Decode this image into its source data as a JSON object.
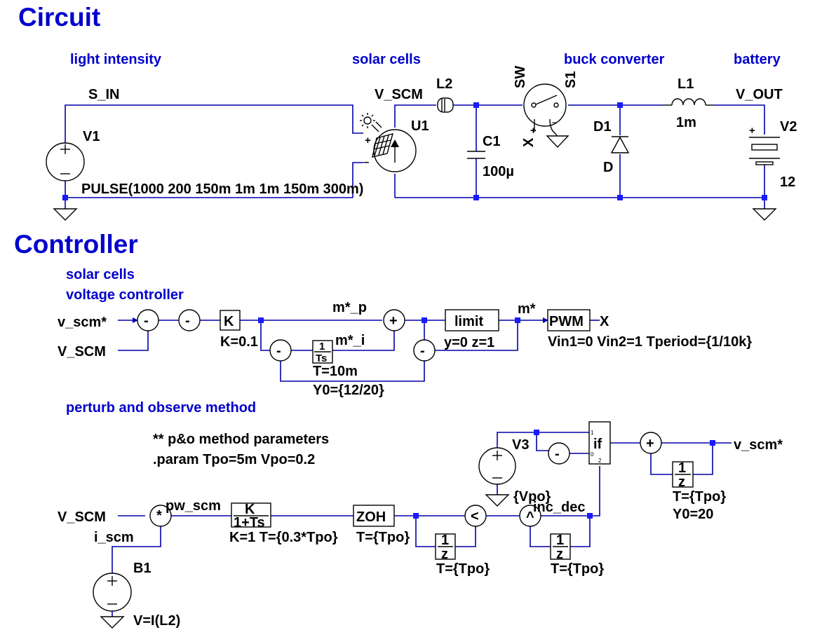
{
  "headings": {
    "circuit": "Circuit",
    "controller": "Controller"
  },
  "section_labels": {
    "light_intensity": "light intensity",
    "solar_cells": "solar cells",
    "buck_converter": "buck converter",
    "battery": "battery",
    "sc_controller_line1": "solar cells",
    "sc_controller_line2": "voltage controller",
    "po_method": "perturb and observe method"
  },
  "circuit": {
    "net_s_in": "S_IN",
    "net_v_scm": "V_SCM",
    "net_v_out": "V_OUT",
    "v1_name": "V1",
    "v1_value": "PULSE(1000 200 150m 1m 1m 150m 300m)",
    "u1_name": "U1",
    "l2_name": "L2",
    "c1_name": "C1",
    "c1_value": "100µ",
    "sw_label": "SW",
    "s1_name": "S1",
    "x_label": "X",
    "d1_name": "D1",
    "d1_value": "D",
    "l1_name": "L1",
    "l1_value": "1m",
    "v2_name": "V2",
    "v2_value": "12"
  },
  "controller": {
    "in_v_scm_ref": "v_scm*",
    "in_v_scm": "V_SCM",
    "minus": "-",
    "plus": "+",
    "k_block": "K",
    "k_param": "K=0.1",
    "m_p": "m*_p",
    "m_i": "m*_i",
    "int_num": "1",
    "int_den": "Ts",
    "int_t": "T=10m",
    "int_y0": "Y0={12/20}",
    "limit_block": "limit",
    "limit_param": "y=0 z=1",
    "m_star": "m*",
    "pwm_block": "PWM",
    "pwm_out": "X",
    "pwm_param": "Vin1=0 Vin2=1 Tperiod={1/10k}"
  },
  "po": {
    "param_line1": "** p&o method parameters",
    "param_line2": ".param Tpo=5m Vpo=0.2",
    "in_v_scm": "V_SCM",
    "in_i_scm": "i_scm",
    "mult": "*",
    "pw_scm": "pw_scm",
    "lp_num": "K",
    "lp_den": "1+Ts",
    "lp_param": "K=1 T={0.3*Tpo}",
    "zoh_block": "ZOH",
    "zoh_param": "T={Tpo}",
    "delay_num": "1",
    "delay_den": "z",
    "delay1_t": "T={Tpo}",
    "lt": "<",
    "xor": "^",
    "inc_dec": "inc_dec",
    "delay2_t": "T={Tpo}",
    "v3_name": "V3",
    "v3_value": "{Vpo}",
    "if_block": "if",
    "if_pin1": "1",
    "if_pin0": "0",
    "if_pin2": "2",
    "out_v_scm_ref": "v_scm*",
    "delay3_t": "T={Tpo}",
    "delay3_y0": "Y0=20",
    "b1_name": "B1",
    "b1_value": "V=I(L2)"
  }
}
